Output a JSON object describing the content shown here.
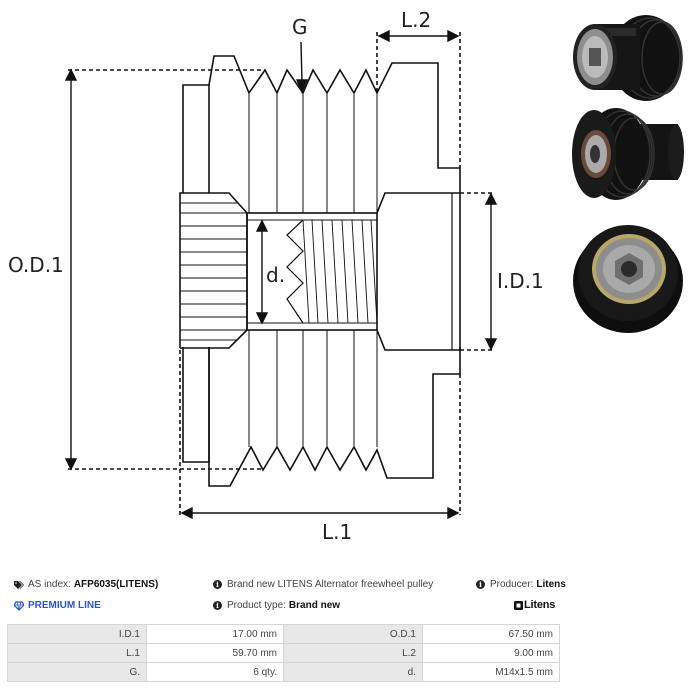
{
  "diagram": {
    "labels": {
      "od1": "O.D.1",
      "id1": "I.D.1",
      "l1": "L.1",
      "l2": "L.2",
      "g": "G",
      "d": "d."
    }
  },
  "photos": [
    {
      "name": "pulley-photo-angled-rear"
    },
    {
      "name": "pulley-photo-angled-front"
    },
    {
      "name": "pulley-photo-face"
    }
  ],
  "info": {
    "as_index_label": "AS index:",
    "as_index_value": "AFP6035(LITENS)",
    "premium_line": "PREMIUM LINE",
    "description": "Brand new LITENS Alternator freewheel pulley",
    "product_type_label": "Product type:",
    "product_type_value": "Brand new",
    "producer_label": "Producer:",
    "producer_value": "Litens",
    "brand_logo": "Litens",
    "accent_color": "#2a56c6"
  },
  "specs": [
    {
      "k1": "I.D.1",
      "v1": "17.00 mm",
      "k2": "O.D.1",
      "v2": "67.50 mm"
    },
    {
      "k1": "L.1",
      "v1": "59.70 mm",
      "k2": "L.2",
      "v2": "9.00 mm"
    },
    {
      "k1": "G.",
      "v1": "6 qty.",
      "k2": "d.",
      "v2": "M14x1.5 mm"
    }
  ]
}
